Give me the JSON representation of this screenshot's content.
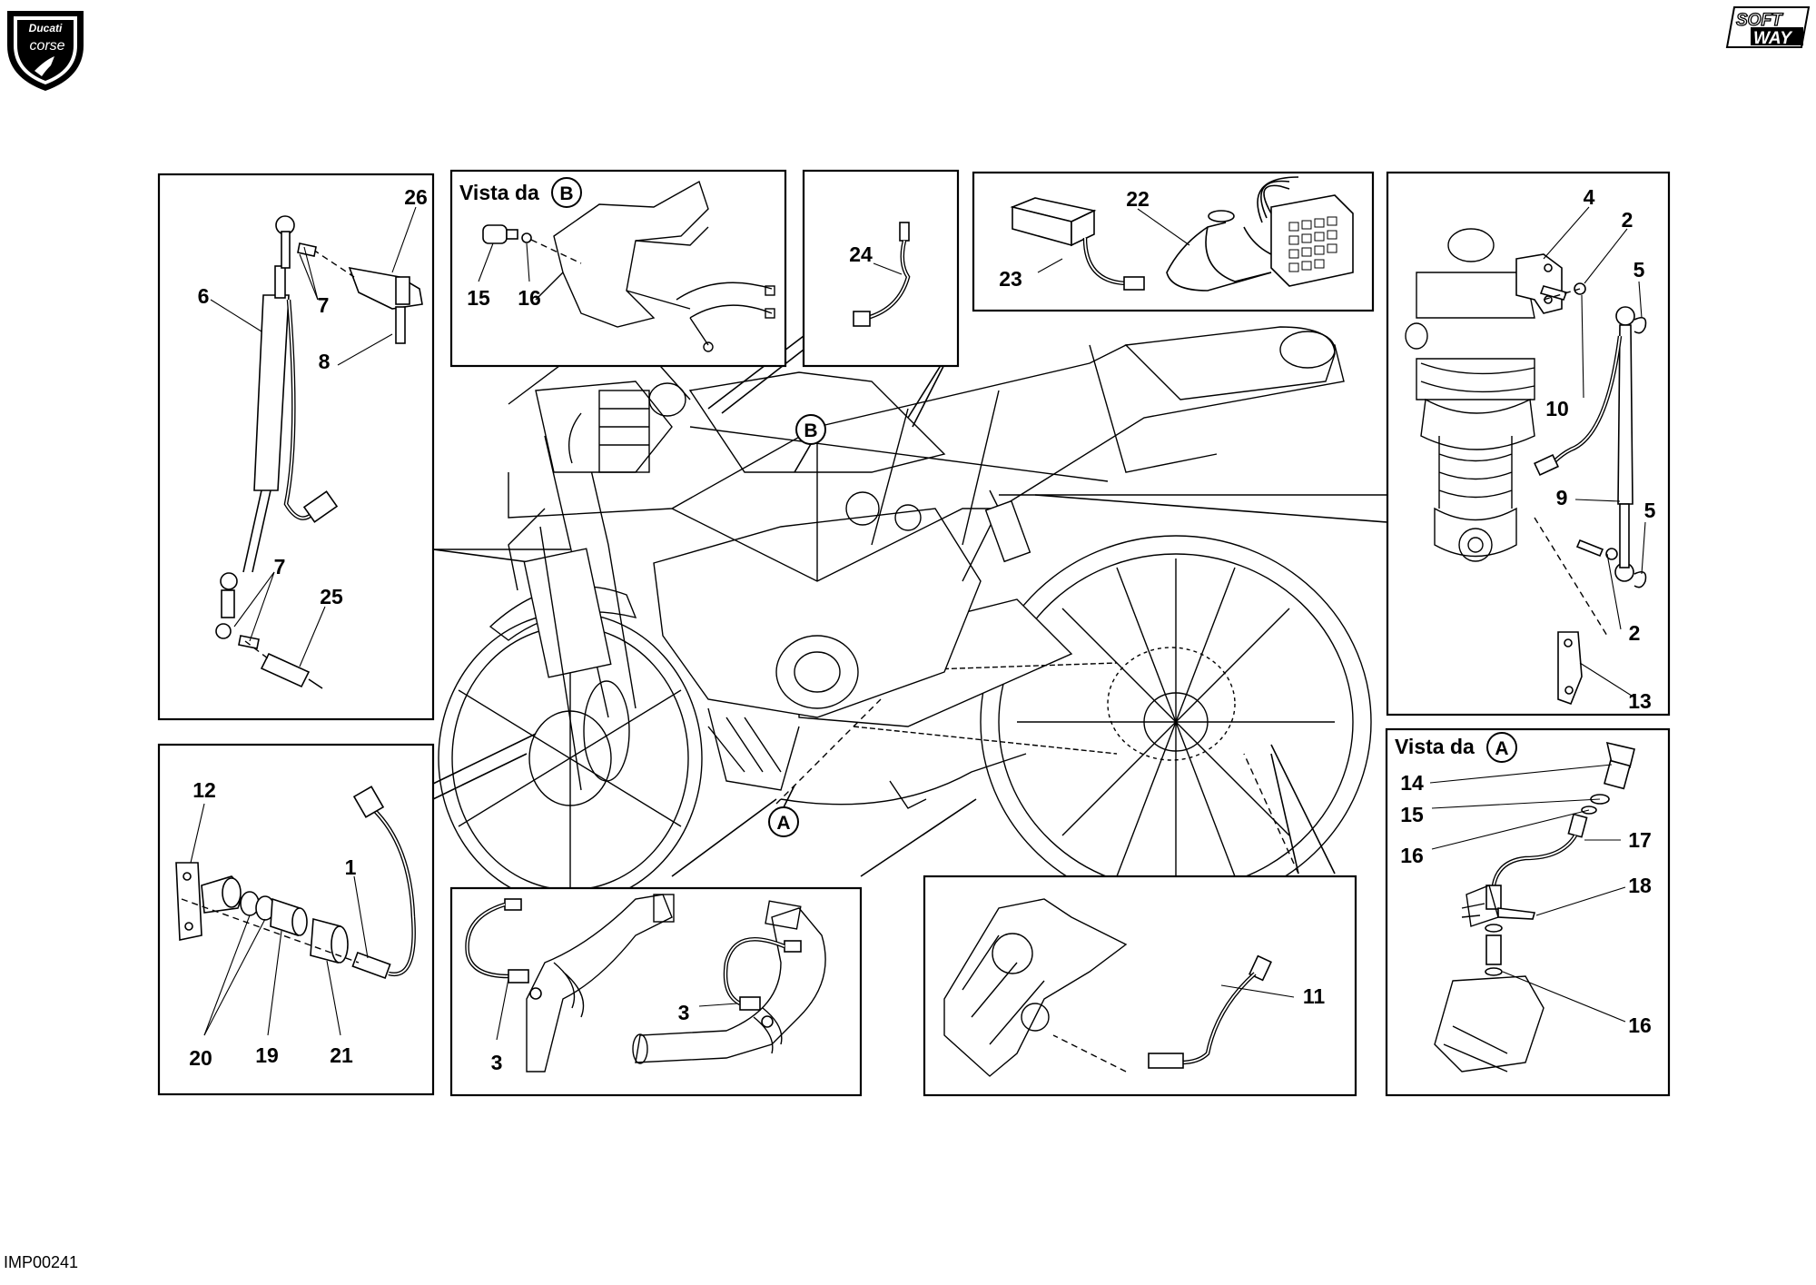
{
  "document": {
    "code": "IMP00241",
    "logo_left": {
      "line1": "Ducati",
      "line2": "corse"
    },
    "logo_right": {
      "line1": "SOFT",
      "line2": "WAY"
    }
  },
  "views": {
    "vista_b": {
      "prefix": "Vista da",
      "letter": "B"
    },
    "vista_a": {
      "prefix": "Vista da",
      "letter": "A"
    },
    "marker_a": "A",
    "marker_b": "B"
  },
  "callouts": {
    "c26": "26",
    "c6": "6",
    "c7a": "7",
    "c8": "8",
    "c7b": "7",
    "c25": "25",
    "c15b": "15",
    "c16b": "16",
    "c24": "24",
    "c22": "22",
    "c23": "23",
    "c4": "4",
    "c2a": "2",
    "c5a": "5",
    "c10": "10",
    "c9": "9",
    "c5b": "5",
    "c2b": "2",
    "c13": "13",
    "c12": "12",
    "c1": "1",
    "c20": "20",
    "c19": "19",
    "c21": "21",
    "c3a": "3",
    "c3b": "3",
    "c11": "11",
    "c14": "14",
    "c15a": "15",
    "c16a": "16",
    "c17": "17",
    "c18": "18",
    "c16c": "16"
  }
}
